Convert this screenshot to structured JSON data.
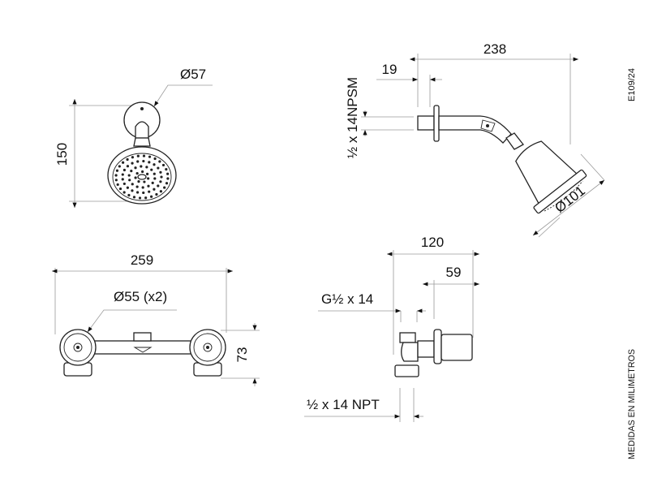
{
  "views": {
    "front_head": {
      "height_label": "150",
      "flange_diameter_label": "Ø57"
    },
    "side_head": {
      "total_length_label": "238",
      "flange_offset_label": "19",
      "thread_label": "½ x 14NPSM",
      "head_diameter_label": "Ø101"
    },
    "valve_front": {
      "width_label": "259",
      "handle_diameter_label": "Ø55 (x2)",
      "height_label": "73"
    },
    "valve_side": {
      "depth_label": "120",
      "handle_depth_label": "59",
      "outlet_thread_label": "G½ x 14",
      "inlet_thread_label": "½ x 14 NPT"
    }
  },
  "sheet": {
    "drawing_code": "E109/24",
    "units_note": "MEDIDAS EN MILIMETROS"
  },
  "colors": {
    "line": "#222222",
    "dimension": "#9a9a9a"
  }
}
